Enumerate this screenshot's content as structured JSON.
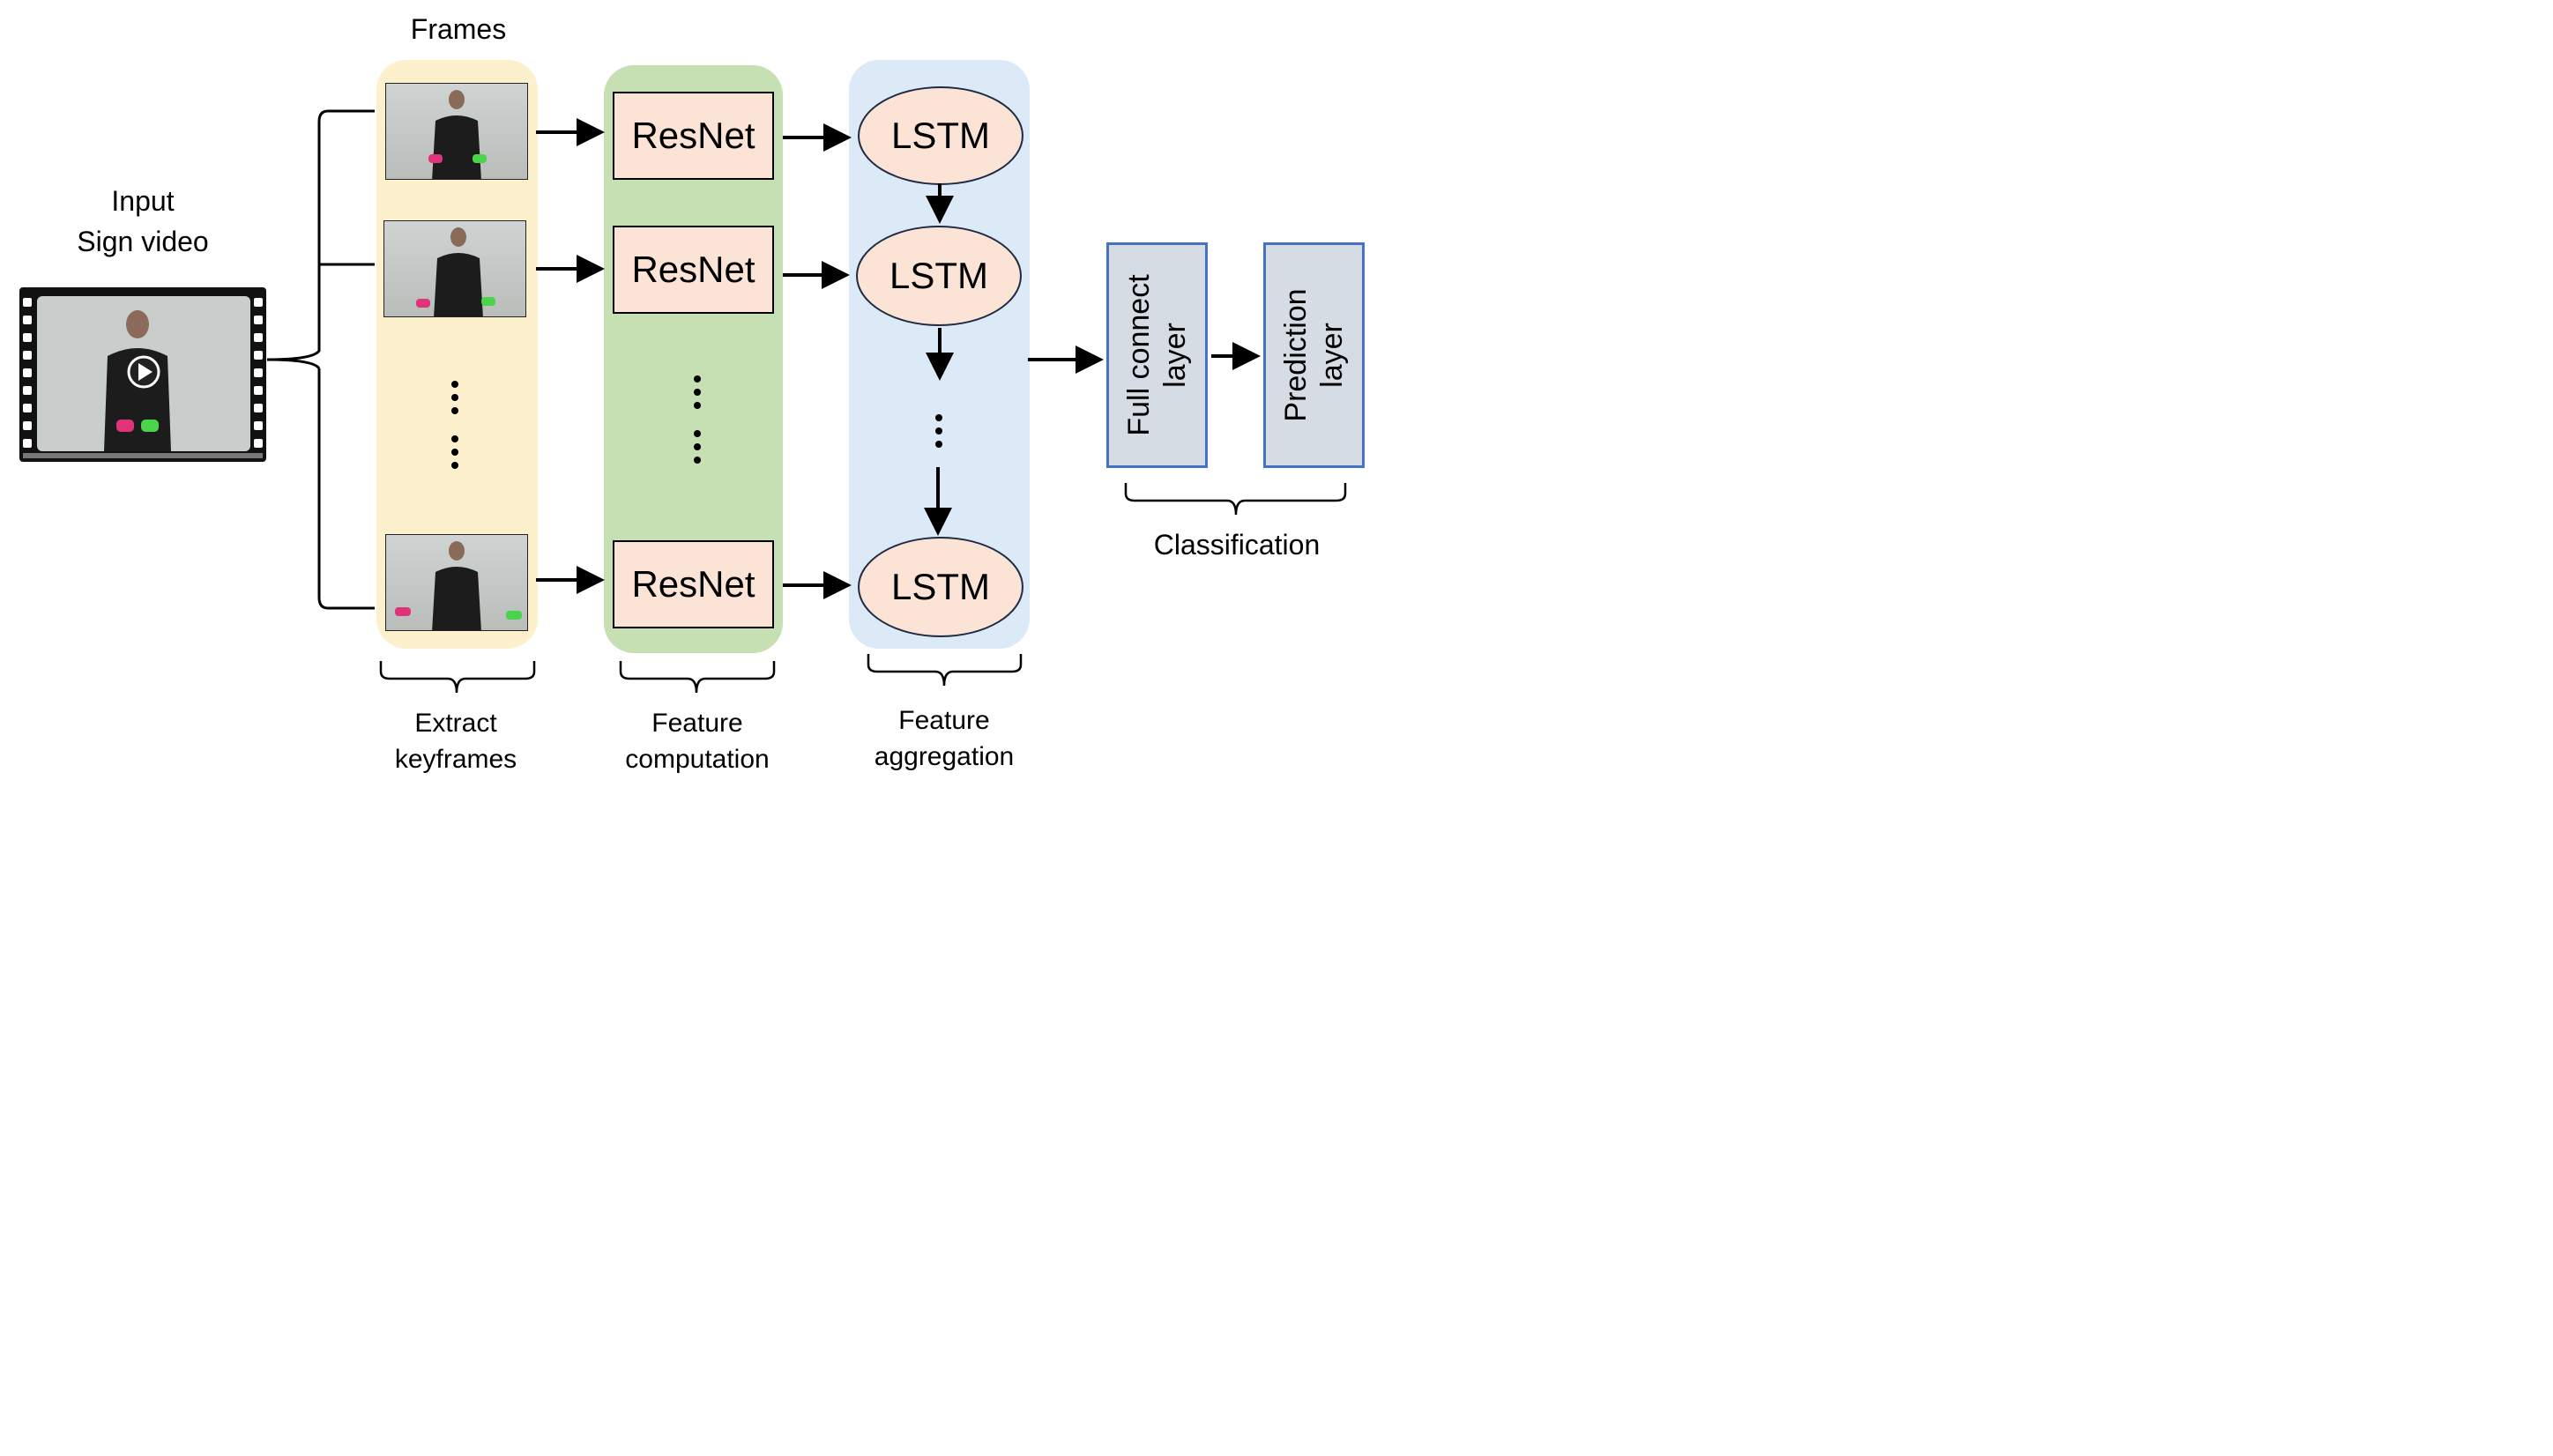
{
  "input": {
    "line1": "Input",
    "line2": "Sign video"
  },
  "frames_title": "Frames",
  "resnet_label": "ResNet",
  "lstm_label": "LSTM",
  "fc_layer": {
    "line1": "Full connect",
    "line2": "layer"
  },
  "prediction_layer": {
    "line1": "Prediction",
    "line2": "layer"
  },
  "stages": {
    "extract": {
      "line1": "Extract",
      "line2": "keyframes"
    },
    "feature_computation": {
      "line1": "Feature",
      "line2": "computation"
    },
    "feature_aggregation": {
      "line1": "Feature",
      "line2": "aggregation"
    },
    "classification": "Classification"
  },
  "colors": {
    "frames_panel": "#fdf0cc",
    "resnet_panel": "#c6e0b4",
    "lstm_panel": "#dce9f6",
    "node_fill": "#fbe3d6",
    "layer_fill": "#d6dce4",
    "layer_border": "#4472c4"
  }
}
